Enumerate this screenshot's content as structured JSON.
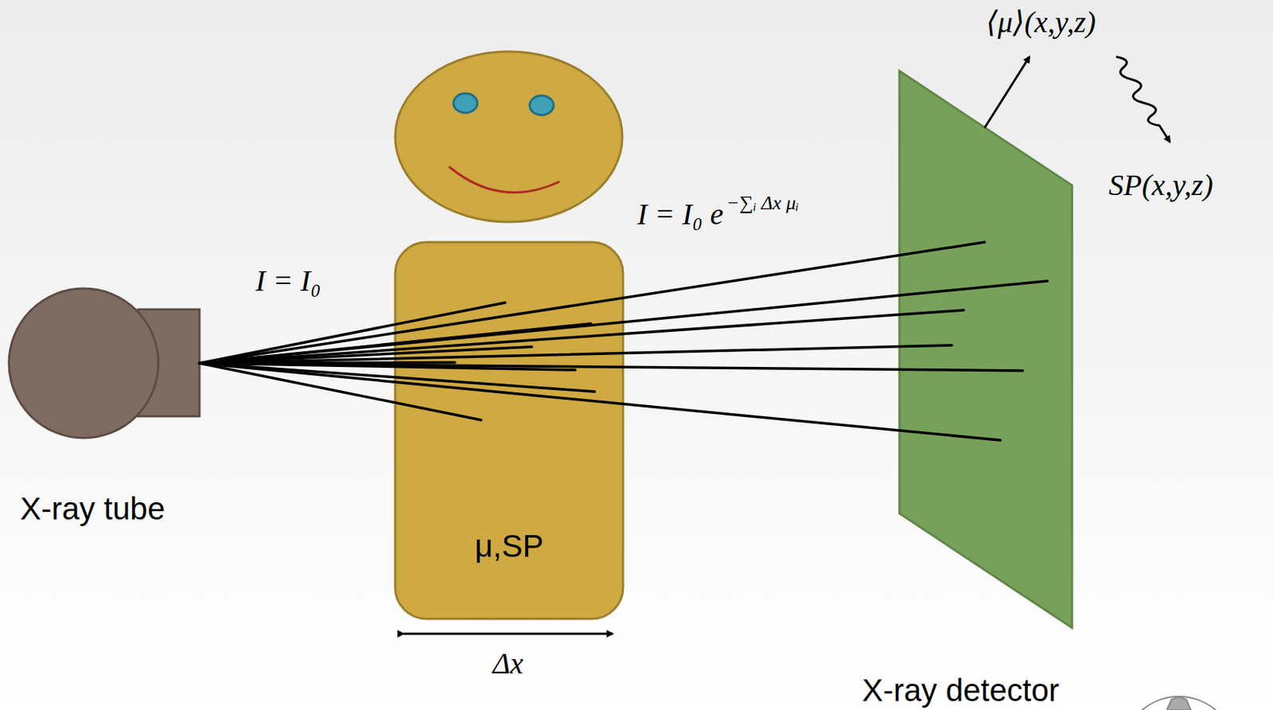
{
  "diagram": {
    "nodes": [
      {
        "text": [
          "X-ray tube"
        ]
      },
      {
        "text": [
          "μ,SP"
        ]
      },
      {
        "text": [
          "X-ray detector"
        ]
      }
    ],
    "labels": [
      "I = I₀",
      "I = I₀ e",
      "−∑ᵢ Δx μᵢ",
      "⟨μ⟩(x,y,z)",
      "SP(x,y,z)",
      "Δx"
    ]
  }
}
